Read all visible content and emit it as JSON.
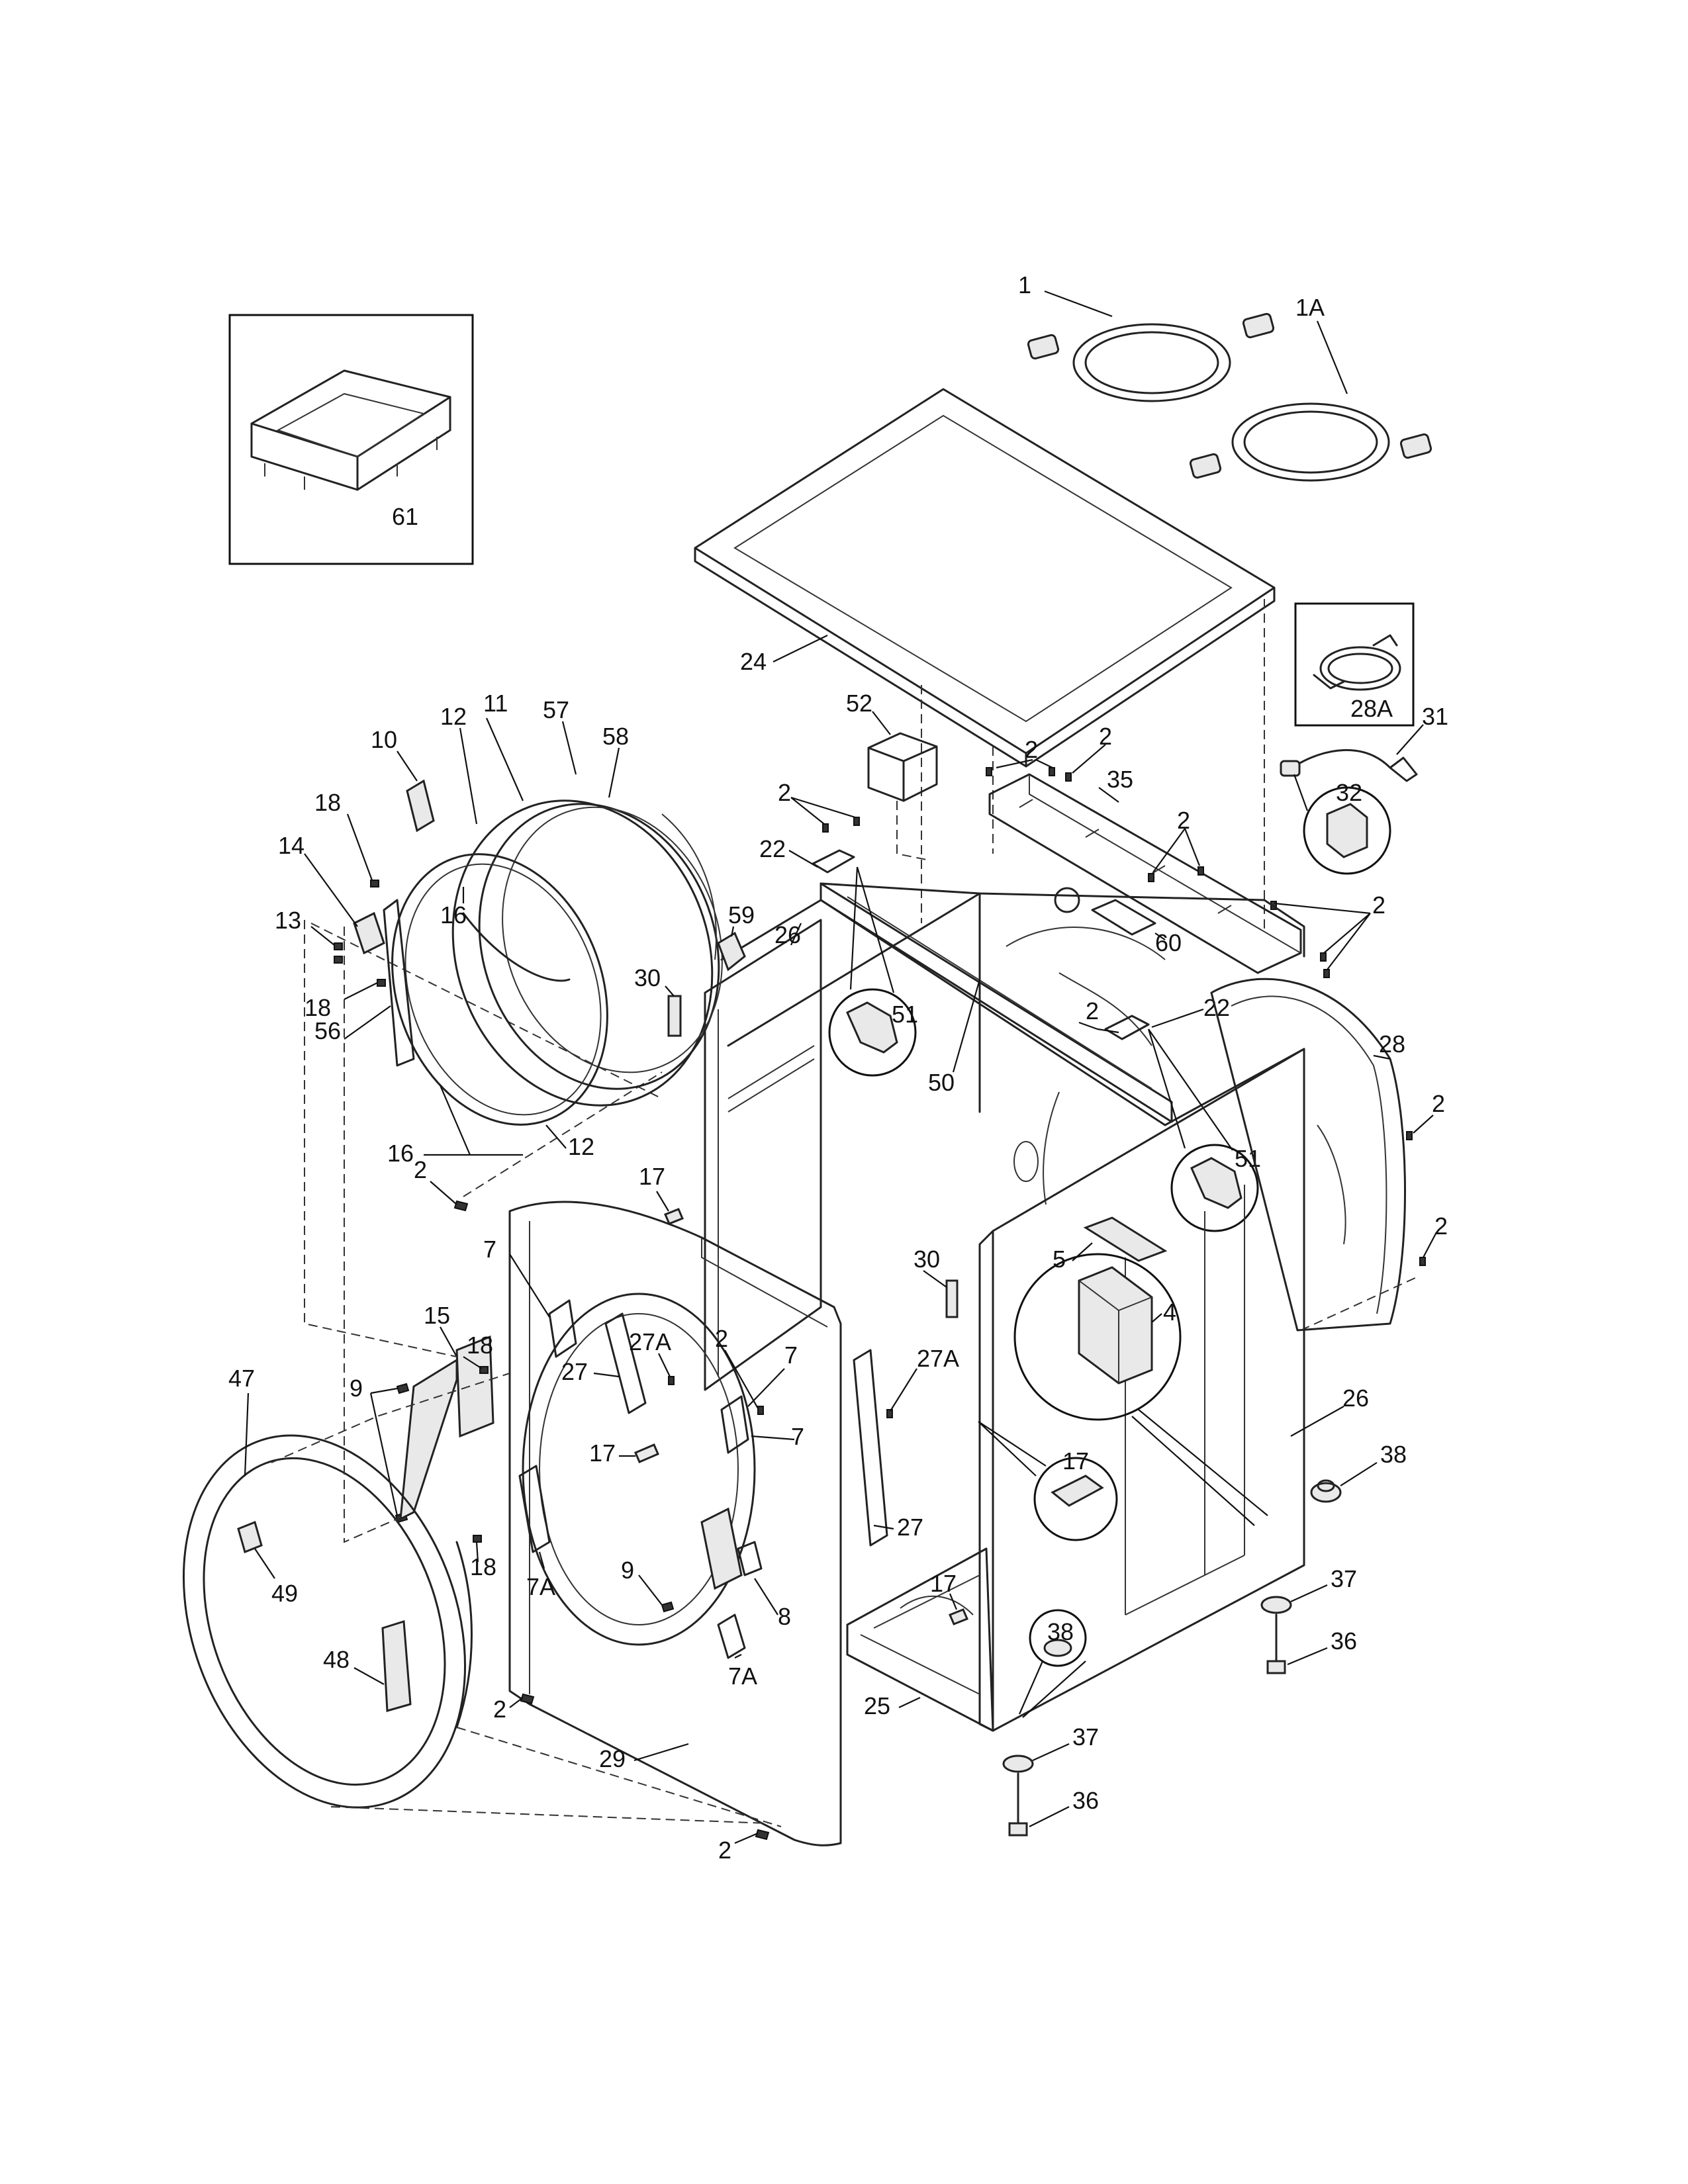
{
  "labels": {
    "p1": "1",
    "p1a": "1A",
    "p2": "2",
    "p4": "4",
    "p5": "5",
    "p7": "7",
    "p7a": "7A",
    "p8": "8",
    "p9": "9",
    "p10": "10",
    "p11": "11",
    "p12": "12",
    "p13": "13",
    "p14": "14",
    "p15": "15",
    "p16": "16",
    "p17": "17",
    "p18": "18",
    "p22": "22",
    "p24": "24",
    "p25": "25",
    "p26": "26",
    "p27": "27",
    "p27a": "27A",
    "p28": "28",
    "p28a": "28A",
    "p29": "29",
    "p30": "30",
    "p31": "31",
    "p32": "32",
    "p35": "35",
    "p36": "36",
    "p37": "37",
    "p38": "38",
    "p47": "47",
    "p48": "48",
    "p49": "49",
    "p50": "50",
    "p51": "51",
    "p52": "52",
    "p56": "56",
    "p57": "57",
    "p58": "58",
    "p59": "59",
    "p60": "60",
    "p61": "61"
  }
}
